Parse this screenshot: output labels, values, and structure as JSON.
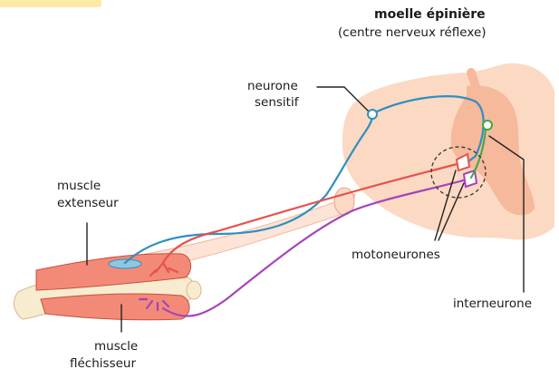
{
  "title": "moelle épinière",
  "subtitle": "(centre nerveux réflexe)",
  "labels": {
    "sensory_neuron": [
      "neurone",
      "sensitif"
    ],
    "extensor_muscle": [
      "muscle",
      "extenseur"
    ],
    "flexor_muscle": [
      "muscle",
      "fléchisseur"
    ],
    "motor_neurons": "motoneurones",
    "interneuron": "interneurone"
  },
  "colors": {
    "sensory": "#2f8fc0",
    "motor_extensor": "#e8514b",
    "motor_flexor": "#a544b8",
    "interneuron": "#3aa845",
    "cord_white": "#fbd9c3",
    "cord_grey": "#f6b99b",
    "muscle": "#f28a77",
    "bone": "#f8ecd0"
  }
}
